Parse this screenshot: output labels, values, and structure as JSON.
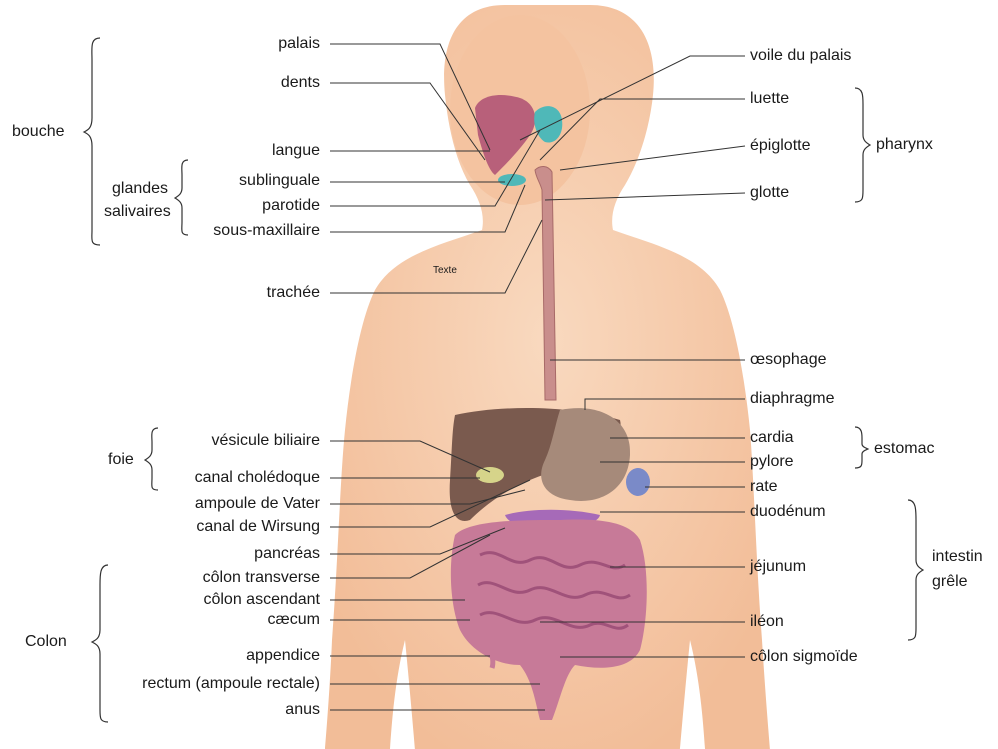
{
  "left_labels": {
    "palais": "palais",
    "dents": "dents",
    "langue": "langue",
    "sublinguale": "sublinguale",
    "parotide": "parotide",
    "sous_maxillaire": "sous-maxillaire",
    "trachee": "trachée",
    "vesicule": "vésicule biliaire",
    "canal_choledoque": "canal cholédoque",
    "ampoule_vater": "ampoule de Vater",
    "canal_wirsung": "canal de Wirsung",
    "pancreas": "pancréas",
    "colon_transverse": "côlon transverse",
    "colon_ascendant": "côlon ascendant",
    "caecum": "cæcum",
    "appendice": "appendice",
    "rectum": "rectum (ampoule rectale)",
    "anus": "anus"
  },
  "right_labels": {
    "voile": "voile du palais",
    "luette": "luette",
    "epiglotte": "épiglotte",
    "glotte": "glotte",
    "oesophage": "œsophage",
    "diaphragme": "diaphragme",
    "cardia": "cardia",
    "pylore": "pylore",
    "rate": "rate",
    "duodenum": "duodénum",
    "jejunum": "jéjunum",
    "ileon": "iléon",
    "colon_sigmoide": "côlon sigmoïde"
  },
  "groups": {
    "bouche": "bouche",
    "glandes": "glandes",
    "salivaires": "salivaires",
    "foie": "foie",
    "colon": "Colon",
    "pharynx": "pharynx",
    "estomac": "estomac",
    "intestin": "intestin",
    "grele": "grêle"
  },
  "body_text": "Texte",
  "colors": {
    "skin": "#f5c9a8",
    "liver": "#7a5a4e",
    "stomach": "#a68a7a",
    "intestine": "#b86a8c",
    "salivary": "#4fb8b8",
    "esophagus": "#c98e8c",
    "spleen": "#7a8ac8"
  }
}
